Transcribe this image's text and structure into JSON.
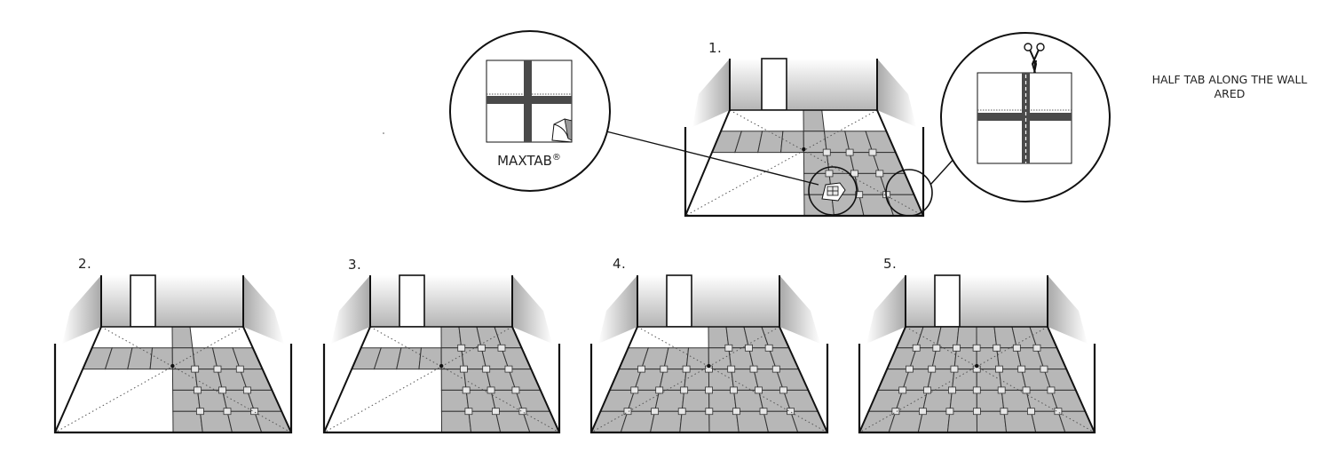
{
  "steps": [
    {
      "number": "1."
    },
    {
      "number": "2."
    },
    {
      "number": "3."
    },
    {
      "number": "4."
    },
    {
      "number": "5."
    }
  ],
  "callout_left": {
    "brand_label": "MAXTAB",
    "brand_mark": "®",
    "icon": "maxtab-spacer-icon"
  },
  "callout_right": {
    "icon": "scissors-icon"
  },
  "caption": {
    "line1": "HALF TAB ALONG THE WALL",
    "line2": "ARED"
  },
  "colors": {
    "tile": "#b7b7b7",
    "grout": "#333333",
    "outline": "#111111",
    "wall_gradient_dark": "#a8a8a8",
    "wall_gradient_light": "#ffffff"
  }
}
